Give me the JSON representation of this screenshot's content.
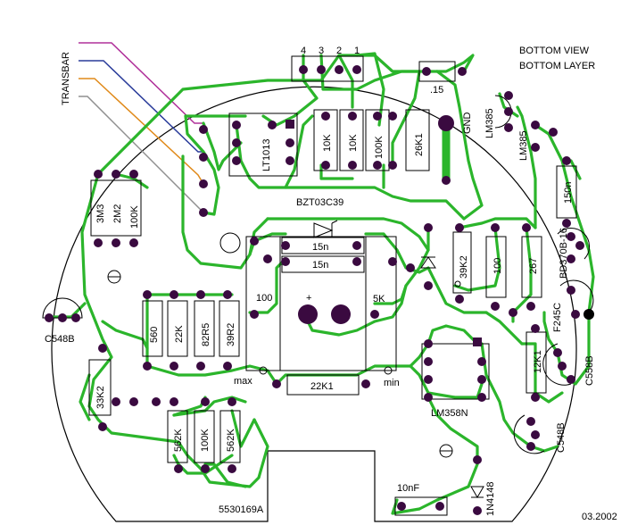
{
  "header": {
    "view_line1": "BOTTOM VIEW",
    "view_line2": "BOTTOM LAYER"
  },
  "footer": {
    "board_id": "5530169A",
    "date": "03.2002"
  },
  "wires": {
    "label": "TRANSBAR",
    "colors": [
      "#b0309a",
      "#2a3c9a",
      "#e08a1a",
      "#909090"
    ]
  },
  "connector": {
    "pins": [
      "4",
      "3",
      "2",
      "1"
    ]
  },
  "components": {
    "cap_015": ".15",
    "gnd": "GND",
    "lm385_top": "LM385",
    "lm385_mid": "LM385",
    "lt1013": "LT1013",
    "r10k_a": "10K",
    "r10k_b": "10K",
    "r100k_top": "100K",
    "r26k1": "26K1",
    "zener": "BZT03C39",
    "r3m3": "3M3",
    "r2m2": "2M2",
    "r100k_left": "100K",
    "c15n_a": "15n",
    "c15n_b": "15n",
    "r39k2": "39K2",
    "r100_mid": "100",
    "r267": "267",
    "c150n": "150n",
    "bd370": "BD370B-16",
    "f245c": "F245C",
    "c558b_right": "C558B",
    "c548b_left": "C548B",
    "r560": "560",
    "r22k": "22K",
    "r82r5": "82R5",
    "r39r2": "39R2",
    "pot_100": "100",
    "pot_max": "max",
    "pot_5k": "5K",
    "pot_min": "min",
    "plus": "+",
    "r33k2": "33K2",
    "r22k1": "22K1",
    "lm358n": "LM358N",
    "r12k1": "12K1",
    "c548b_right": "C548B",
    "r562k_a": "562K",
    "r100k_bottom": "100K",
    "r562k_b": "562K",
    "c10nf": "10nF",
    "d1n4148": "1N4148"
  },
  "colors": {
    "trace": "#2bb52b",
    "pad": "#3a0a40",
    "outline": "#000000"
  }
}
